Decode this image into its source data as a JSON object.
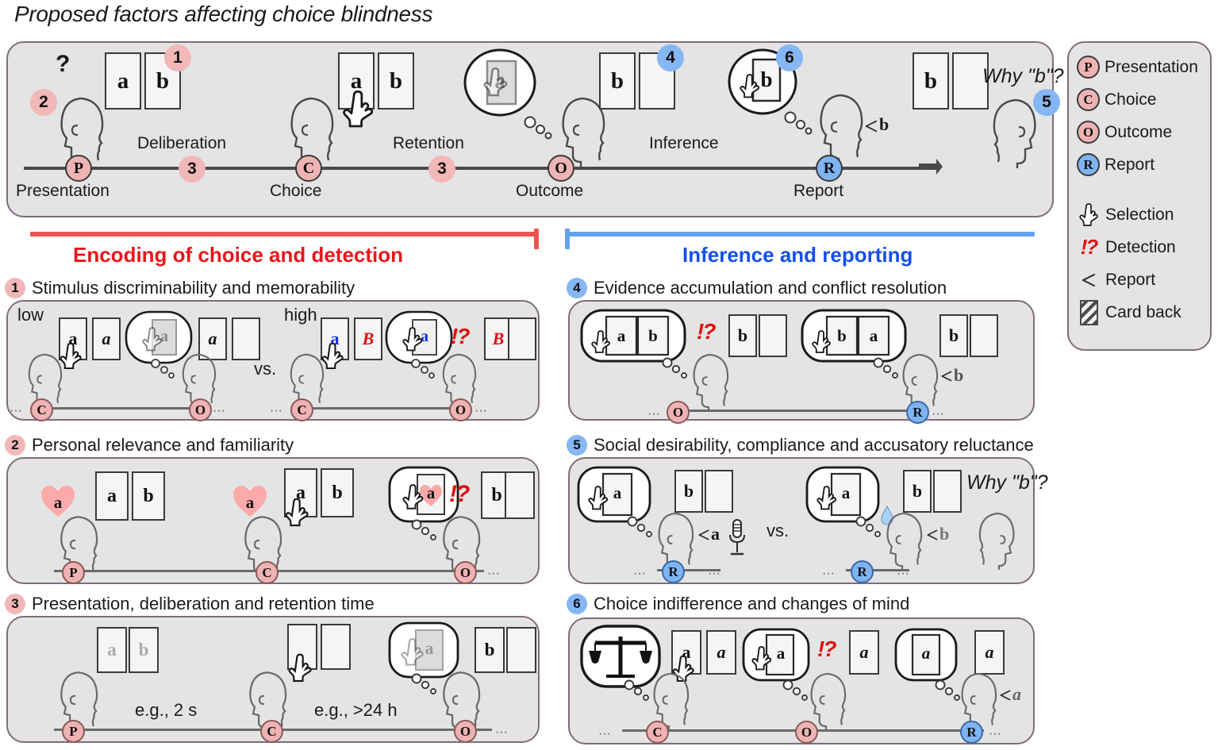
{
  "figure": {
    "title": "Proposed factors affecting choice blindness"
  },
  "legend": {
    "stages": [
      {
        "key": "P",
        "label": "Presentation",
        "color": "#f0b3b3"
      },
      {
        "key": "C",
        "label": "Choice",
        "color": "#f0b3b3"
      },
      {
        "key": "O",
        "label": "Outcome",
        "color": "#f0b3b3"
      },
      {
        "key": "R",
        "label": "Report",
        "color": "#7fb4f2"
      }
    ],
    "symbols": [
      {
        "icon": "hand-pointing-icon",
        "label": "Selection",
        "glyph": "☝"
      },
      {
        "icon": "detection-icon",
        "label": "Detection",
        "glyph": "!?"
      },
      {
        "icon": "report-icon",
        "label": "Report",
        "glyph": "≪"
      },
      {
        "icon": "card-back-icon",
        "label": "Card back",
        "glyph": ""
      }
    ]
  },
  "timeline": {
    "nodes": [
      {
        "key": "P",
        "label": "Presentation",
        "color": "pink"
      },
      {
        "key": "C",
        "label": "Choice",
        "color": "pink"
      },
      {
        "key": "O",
        "label": "Outcome",
        "color": "pink"
      },
      {
        "key": "R",
        "label": "Report",
        "color": "blue"
      }
    ],
    "periods": [
      "Deliberation",
      "Retention",
      "Inference"
    ],
    "period_badges": [
      "3",
      "3"
    ],
    "badges": [
      {
        "n": "1",
        "color": "pink"
      },
      {
        "n": "2",
        "color": "pink"
      },
      {
        "n": "4",
        "color": "blue"
      },
      {
        "n": "6",
        "color": "blue"
      },
      {
        "n": "5",
        "color": "blue"
      }
    ],
    "question_mark": "?",
    "cards_presentation": [
      "a",
      "b"
    ],
    "cards_choice": [
      "a",
      "b"
    ],
    "cards_outcome": [
      "b",
      "cardback"
    ],
    "cards_report": [
      "b",
      "cardback"
    ],
    "memory_thought": "a",
    "report_thought": "b",
    "spoken": "b",
    "experimenter_question": "Why \"b\"?"
  },
  "sections": [
    {
      "id": "left",
      "title": "Encoding of choice and detection",
      "color": "#e8161a"
    },
    {
      "id": "right",
      "title": "Inference and reporting",
      "color": "#1550e8"
    }
  ],
  "factors": [
    {
      "n": "1",
      "color": "pink",
      "title": "Stimulus discriminability and memorability",
      "labels": {
        "low": "low",
        "high": "high",
        "vs": "vs."
      },
      "low_side": {
        "cards": [
          "a",
          "a"
        ],
        "thought": "a",
        "outcome_cards": [
          "a",
          "cardback"
        ],
        "nodes": [
          "C",
          "O"
        ]
      },
      "high_side": {
        "cards": [
          "a",
          "B"
        ],
        "thought": "a",
        "detection": "!?",
        "outcome_cards": [
          "B",
          "cardback"
        ],
        "nodes": [
          "C",
          "O"
        ]
      }
    },
    {
      "n": "2",
      "color": "pink",
      "title": "Personal relevance and familiarity",
      "heart_label": "a",
      "cards_presentation": [
        "a",
        "b"
      ],
      "cards_choice": [
        "a",
        "b"
      ],
      "thought": "a",
      "detection": "!?",
      "outcome_cards": [
        "b",
        "cardback"
      ],
      "nodes": [
        "P",
        "C",
        "O"
      ]
    },
    {
      "n": "3",
      "color": "pink",
      "title": "Presentation, deliberation and retention time",
      "cards_presentation": [
        "a",
        "b"
      ],
      "cards_choice": [
        "cardback",
        "cardback"
      ],
      "thought": "a",
      "outcome_cards": [
        "b",
        "cardback"
      ],
      "durations": [
        "e.g., 2 s",
        "e.g., >24 h"
      ],
      "nodes": [
        "P",
        "C",
        "O"
      ]
    },
    {
      "n": "4",
      "color": "blue",
      "title": "Evidence accumulation and conflict resolution",
      "left_thought": [
        "a",
        "b"
      ],
      "left_detection": "!?",
      "left_cards": [
        "b",
        "cardback"
      ],
      "right_thought": [
        "b",
        "a"
      ],
      "right_cards": [
        "b",
        "cardback"
      ],
      "spoken": "b",
      "nodes": [
        "O",
        "R"
      ]
    },
    {
      "n": "5",
      "color": "blue",
      "title": "Social desirability, compliance and accusatory reluctance",
      "left_thought": "a",
      "left_cards": [
        "b",
        "cardback"
      ],
      "left_spoken": "a",
      "vs": "vs.",
      "right_thought": "a",
      "right_cards": [
        "b",
        "cardback"
      ],
      "right_spoken": "b",
      "experimenter_question": "Why \"b\"?",
      "nodes": [
        "R",
        "R"
      ]
    },
    {
      "n": "6",
      "color": "blue",
      "title": "Choice indifference and changes of mind",
      "scale_icon": "balance-scale-icon",
      "choice_cards": [
        "a",
        "a"
      ],
      "outcome_thought": "a",
      "detection": "!?",
      "outcome_card": "a",
      "report_thought": "a",
      "report_card": "a",
      "spoken": "a",
      "nodes": [
        "C",
        "O",
        "R"
      ]
    }
  ]
}
